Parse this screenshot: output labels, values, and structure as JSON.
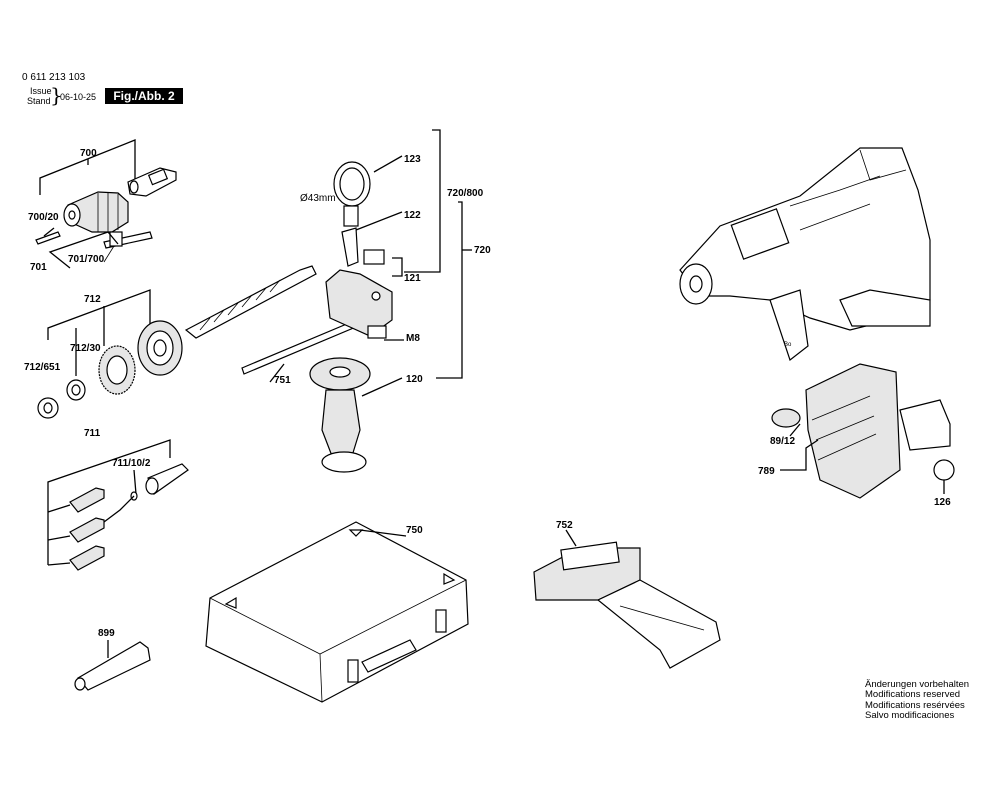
{
  "header": {
    "doc_number": "0 611 213 103",
    "issue_label": "Issue",
    "stand_label": "Stand",
    "issue_date": "06-10-25",
    "figure_label": "Fig./Abb. 2"
  },
  "callouts": {
    "c700": "700",
    "c700_20": "700/20",
    "c701": "701",
    "c701_700": "701/700",
    "c712": "712",
    "c712_30": "712/30",
    "c712_651": "712/651",
    "c711": "711",
    "c711_10_2": "711/10/2",
    "c123": "123",
    "c43mm": "Ø43mm",
    "c122": "122",
    "c121": "121",
    "cM8": "M8",
    "c120": "120",
    "c751": "751",
    "c720_800": "720/800",
    "c720": "720",
    "c89_12": "89/12",
    "c789": "789",
    "c126": "126",
    "c750": "750",
    "c752": "752",
    "c899": "899"
  },
  "notes": [
    "Änderungen vorbehalten",
    "Modifications reserved",
    "Modifications resérvées",
    "Salvo modificaciones"
  ]
}
